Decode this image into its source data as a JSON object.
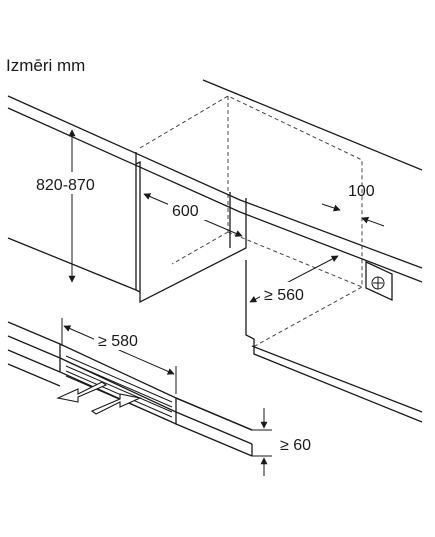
{
  "header": {
    "title": "Izmēri mm"
  },
  "dimensions": {
    "height_range": "820-870",
    "width": "600",
    "depth_gap": "100",
    "depth": "≥ 560",
    "vent_width": "≥ 580",
    "vent_height": "≥ 60"
  }
}
